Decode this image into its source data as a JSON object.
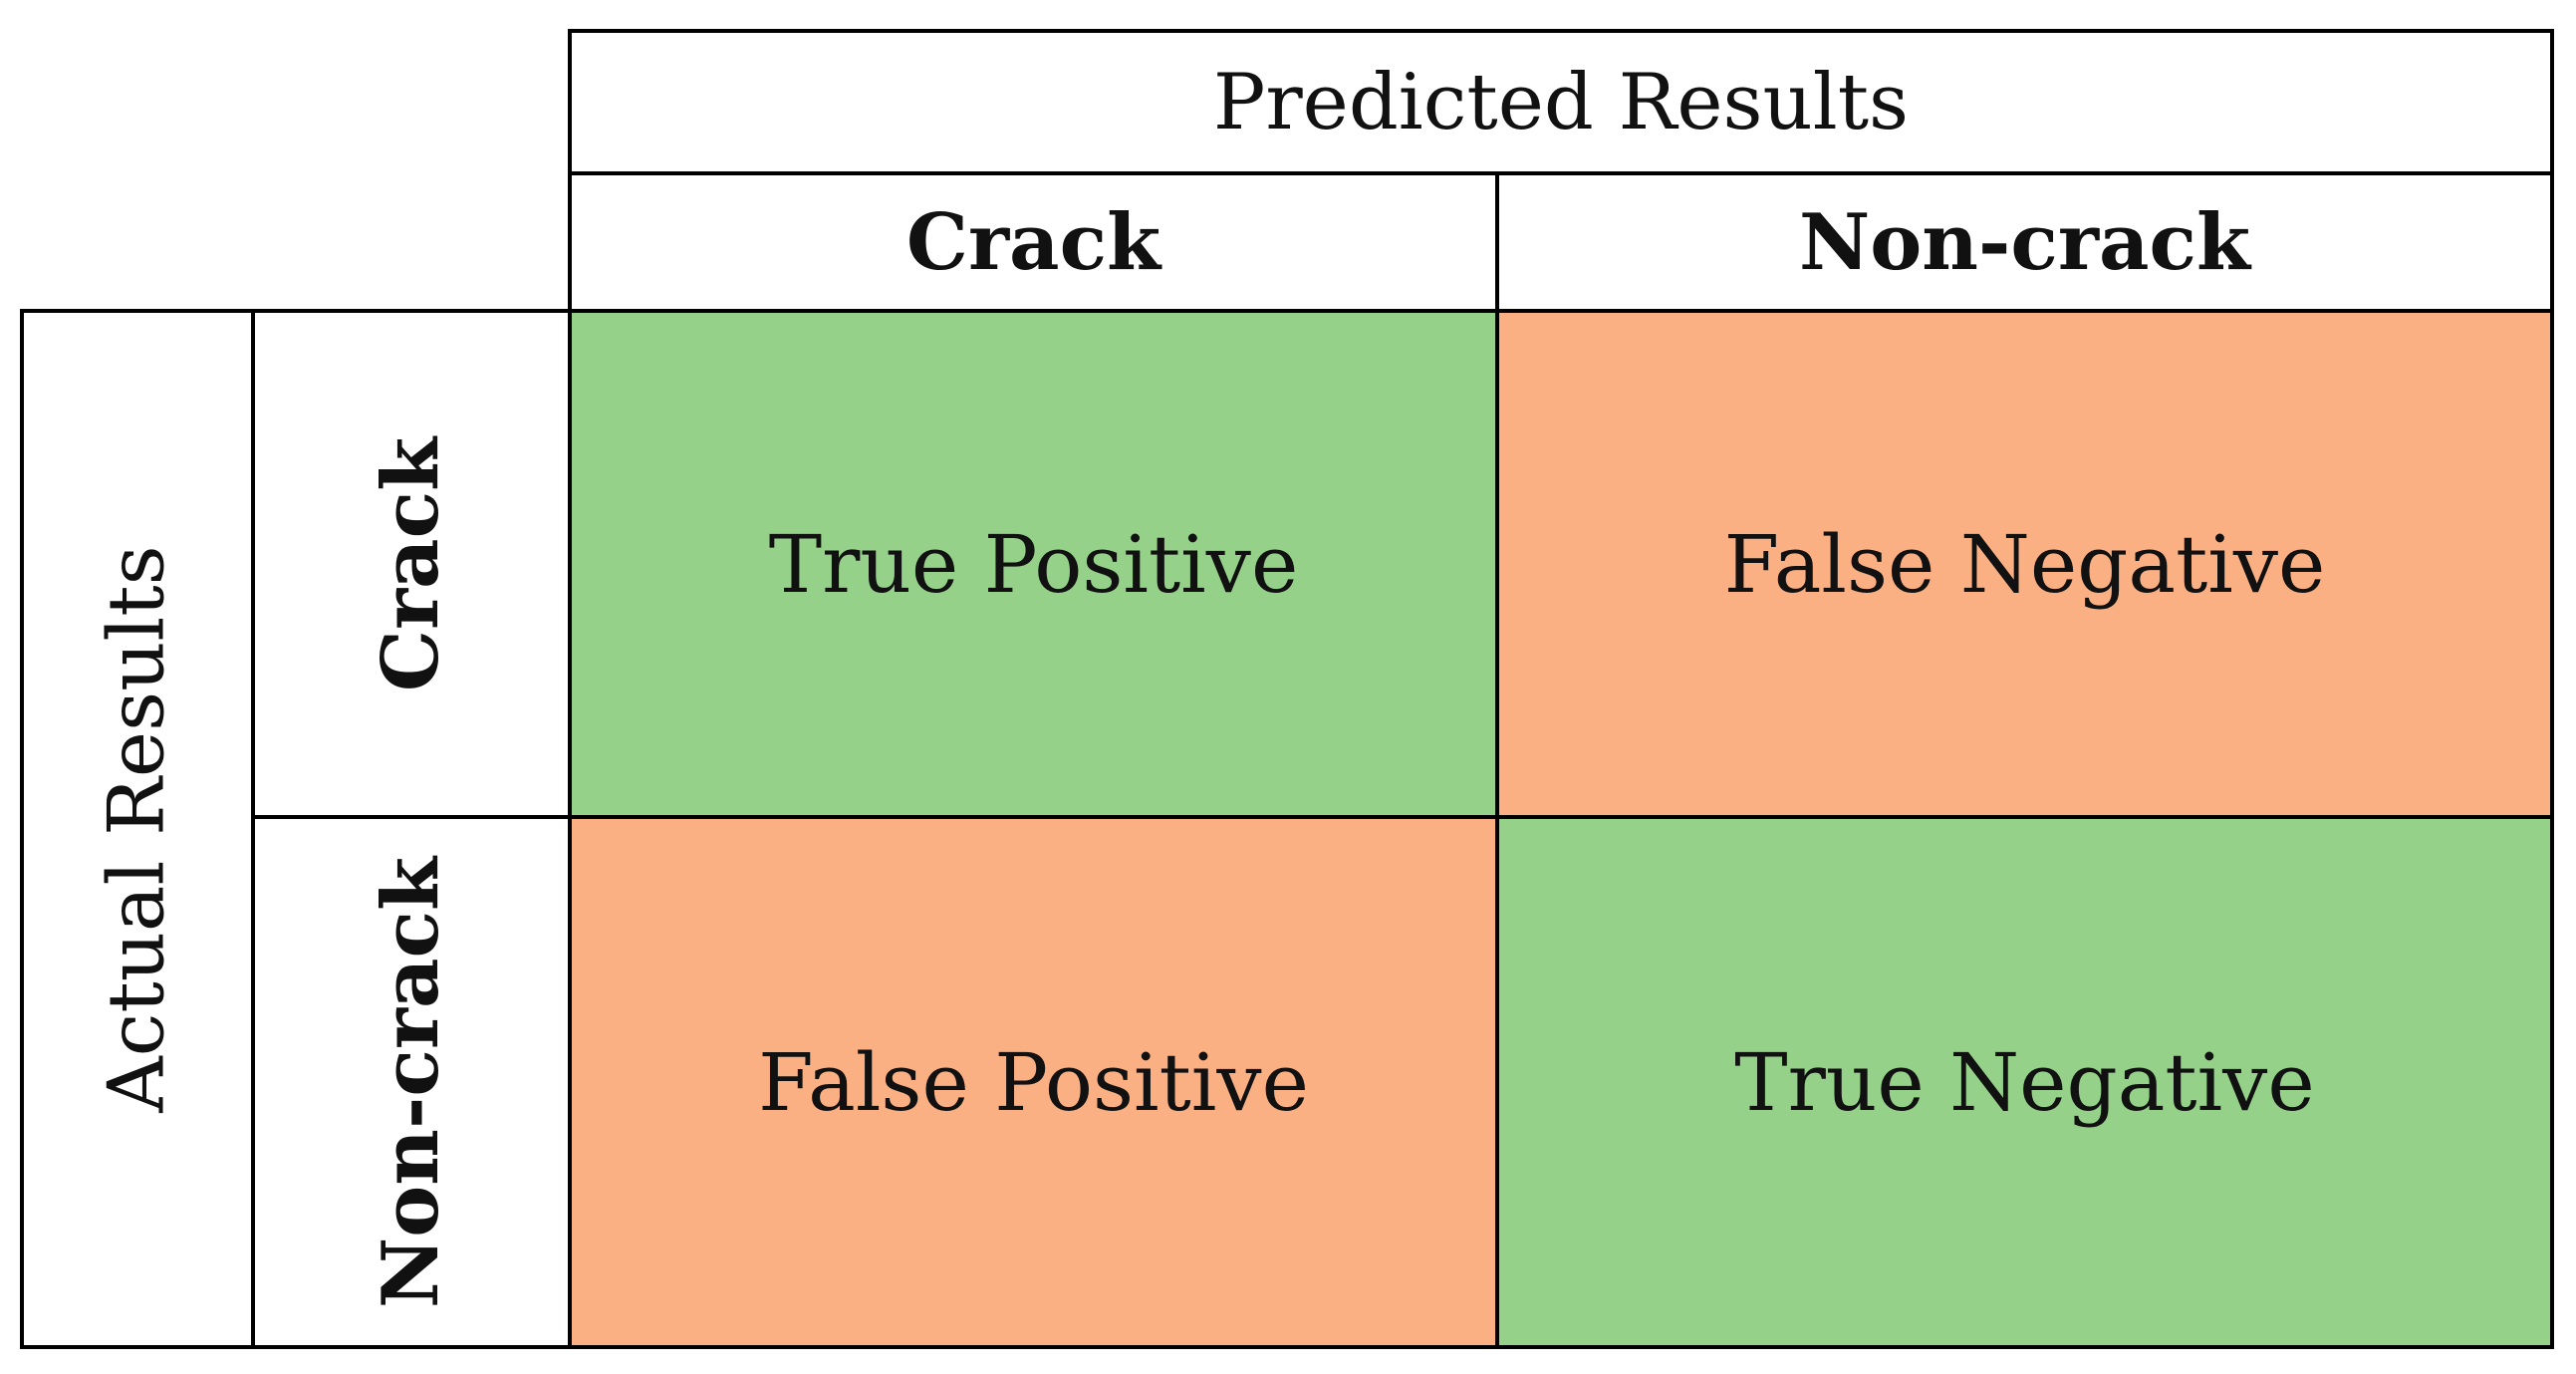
{
  "header": {
    "predicted_label": "Predicted Results",
    "actual_label": "Actual Results"
  },
  "columns": [
    "Crack",
    "Non-crack"
  ],
  "rows": [
    "Crack",
    "Non-crack"
  ],
  "cells": [
    [
      "True Positive",
      "False Negative"
    ],
    [
      "False Positive",
      "True Negative"
    ]
  ],
  "colors": {
    "correct": "#96d18a",
    "incorrect": "#fbb084",
    "border": "#000000"
  }
}
